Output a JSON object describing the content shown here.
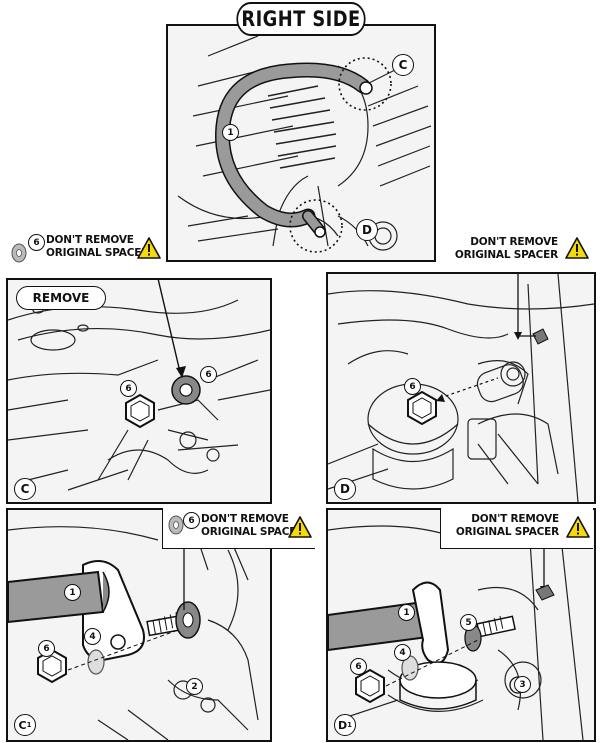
{
  "header": {
    "title": "RIGHT SIDE"
  },
  "panels": {
    "top": {
      "labels": [
        "C",
        "D"
      ],
      "part_numbers": [
        "1"
      ]
    },
    "c": {
      "corner": "C",
      "remove_label": "REMOVE",
      "warning": {
        "number": "6",
        "line1": "DON'T REMOVE",
        "line2": "ORIGINAL SPACER"
      },
      "part_numbers": [
        "6",
        "6"
      ]
    },
    "d": {
      "corner": "D",
      "warning": {
        "line1": "DON'T REMOVE",
        "line2": "ORIGINAL SPACER"
      },
      "part_numbers": [
        "6"
      ]
    },
    "c1": {
      "corner": "C",
      "corner_sub": "1",
      "warning": {
        "number": "6",
        "line1": "DON'T REMOVE",
        "line2": "ORIGINAL SPACER"
      },
      "part_numbers": [
        "1",
        "4",
        "6",
        "2"
      ]
    },
    "d1": {
      "corner": "D",
      "corner_sub": "1",
      "warning": {
        "line1": "DON'T REMOVE",
        "line2": "ORIGINAL SPACER"
      },
      "part_numbers": [
        "1",
        "5",
        "4",
        "6",
        "3"
      ]
    }
  },
  "icons": {
    "warning": "warning-triangle-icon",
    "spacer": "spacer-washer-icon"
  },
  "colors": {
    "line": "#111111",
    "warning_fill": "#f5d90a",
    "panel_bg": "#f4f4f4",
    "bar": "#9a9a9a"
  }
}
